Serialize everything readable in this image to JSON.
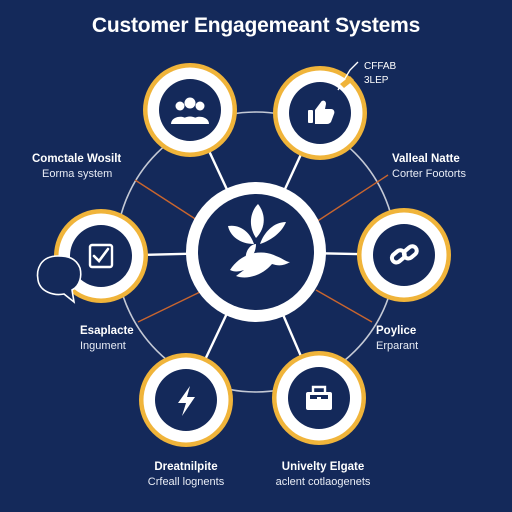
{
  "title": "Customer Engagemeant Systems",
  "colors": {
    "background": "#14295a",
    "node_ring": "#f0b43a",
    "node_fill": "#ffffff",
    "icon": "#14295a",
    "spoke": "#ffffff",
    "accent_line": "#c9652e"
  },
  "callout": {
    "line1": "CFFAB",
    "line2": "3LEP"
  },
  "labels": {
    "top_left": {
      "line1": "Comctale Wosilt",
      "line2": "Eorma system"
    },
    "top_right": {
      "line1": "Valleal Natte",
      "line2": "Corter Footorts"
    },
    "mid_left": {
      "line1": "Esaplacte",
      "line2": "Ingument"
    },
    "mid_right": {
      "line1": "Poylice",
      "line2": "Erparant"
    },
    "bottom_left": {
      "line1": "Dreatnilpite",
      "line2": "Crfeall lognents"
    },
    "bottom_right": {
      "line1": "Univelty Elgate",
      "line2": "aclent cotlaogenets"
    }
  },
  "nodes": [
    {
      "id": "top-left",
      "icon": "people-group-icon"
    },
    {
      "id": "top-right",
      "icon": "thumbs-up-icon"
    },
    {
      "id": "mid-left",
      "icon": "checkbox-icon"
    },
    {
      "id": "mid-right",
      "icon": "link-chain-icon"
    },
    {
      "id": "bottom-left",
      "icon": "lightning-bolt-icon"
    },
    {
      "id": "bottom-right",
      "icon": "briefcase-icon"
    },
    {
      "id": "hub",
      "icon": "leaf-bird-icon"
    }
  ]
}
